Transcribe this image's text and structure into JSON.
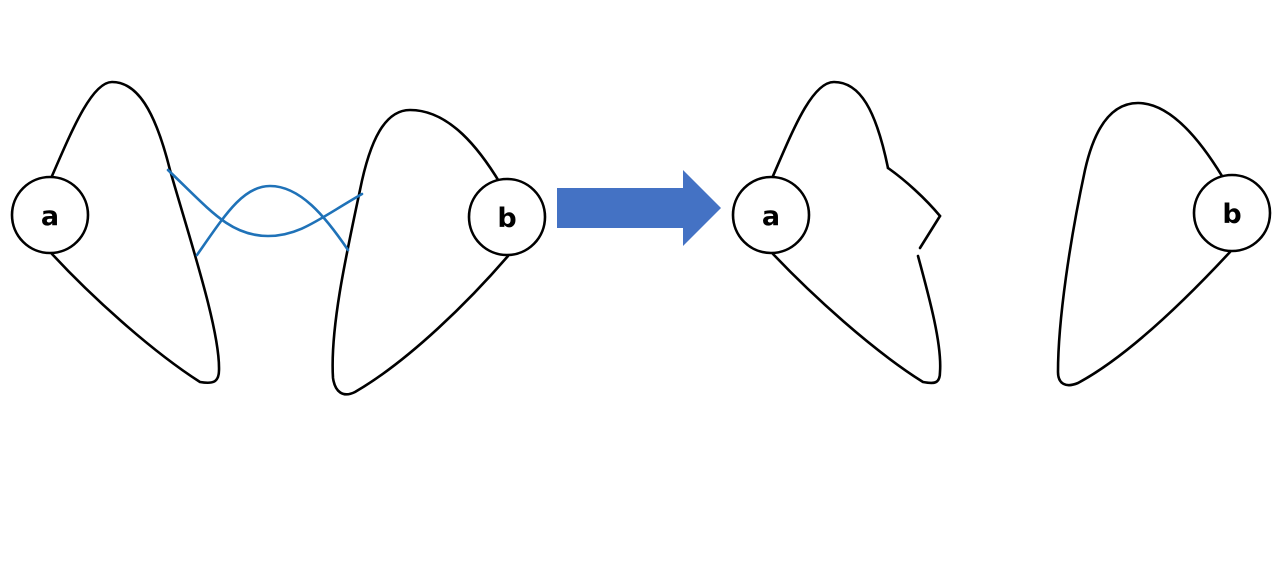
{
  "colors": {
    "stroke": "#000000",
    "strand": "#1f72b8",
    "arrow": "#4472c4",
    "background": "#ffffff"
  },
  "before": {
    "node_a": {
      "label": "a"
    },
    "node_b": {
      "label": "b"
    }
  },
  "after": {
    "node_a": {
      "label": "a"
    },
    "node_b": {
      "label": "b"
    }
  }
}
